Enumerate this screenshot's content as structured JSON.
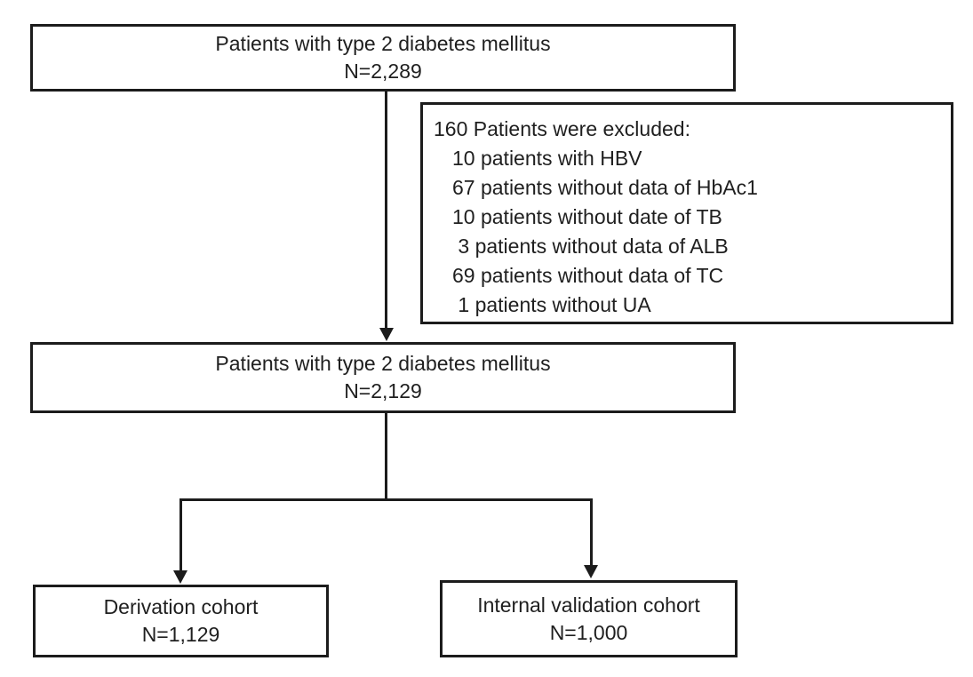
{
  "diagram": {
    "nodes": {
      "total": {
        "label": "Patients with type 2 diabetes mellitus",
        "count": "N=2,289"
      },
      "included": {
        "label": "Patients with type 2 diabetes mellitus",
        "count": "N=2,129"
      },
      "derivation": {
        "label": "Derivation cohort",
        "count": "N=1,129"
      },
      "validation": {
        "label": "Internal validation cohort",
        "count": "N=1,000"
      }
    },
    "exclusion": {
      "title": "160 Patients were excluded:",
      "items": [
        "10 patients with HBV",
        "67 patients without data of HbAc1",
        "10 patients without date of TB",
        " 3 patients without data of ALB",
        "69 patients without data of TC",
        " 1 patients without UA"
      ]
    },
    "colors": {
      "line": "#1c1c1c",
      "text": "#1f1f1f",
      "background": "#ffffff"
    }
  }
}
